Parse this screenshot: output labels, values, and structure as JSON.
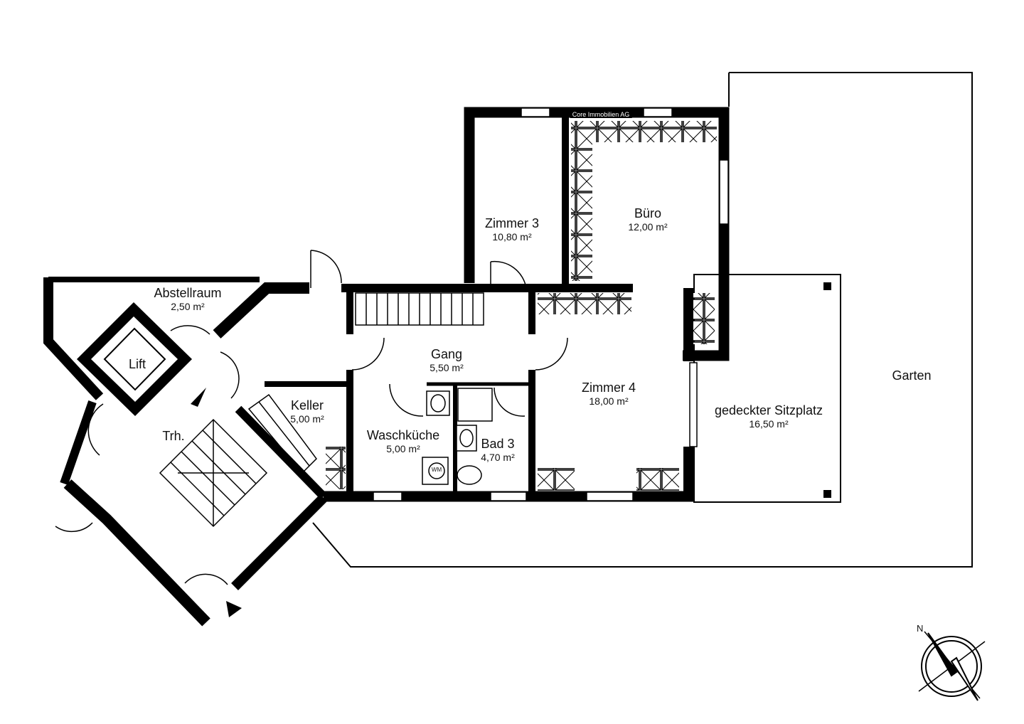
{
  "brand": "Core Immobilien AG",
  "compass": {
    "north": "N"
  },
  "outdoor": {
    "garden": "Garten"
  },
  "rooms": [
    {
      "id": "abstellraum",
      "name": "Abstellraum",
      "area": "2,50 m²"
    },
    {
      "id": "lift",
      "name": "Lift"
    },
    {
      "id": "trh",
      "name": "Trh."
    },
    {
      "id": "keller",
      "name": "Keller",
      "area": "5,00 m²"
    },
    {
      "id": "waschkueche",
      "name": "Waschküche",
      "area": "5,00 m²"
    },
    {
      "id": "bad3",
      "name": "Bad 3",
      "area": "4,70 m²"
    },
    {
      "id": "gang",
      "name": "Gang",
      "area": "5,50 m²"
    },
    {
      "id": "zimmer3",
      "name": "Zimmer 3",
      "area": "10,80 m²"
    },
    {
      "id": "buero",
      "name": "Büro",
      "area": "12,00 m²"
    },
    {
      "id": "zimmer4",
      "name": "Zimmer 4",
      "area": "18,00 m²"
    },
    {
      "id": "sitzplatz",
      "name": "gedeckter Sitzplatz",
      "area": "16,50 m²"
    }
  ],
  "fixtures": {
    "washing_machine": "WM"
  }
}
